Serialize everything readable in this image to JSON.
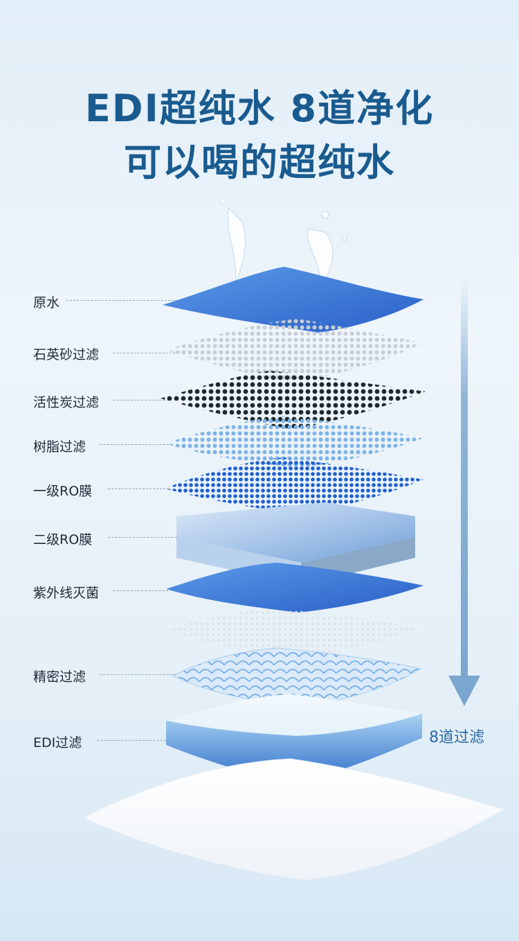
{
  "headline": {
    "line1": "EDI超纯水 8道净化",
    "line2": "可以喝的超纯水"
  },
  "layers": [
    {
      "label": "原水"
    },
    {
      "label": "石英砂过滤"
    },
    {
      "label": "活性炭过滤"
    },
    {
      "label": "树脂过滤"
    },
    {
      "label": "一级RO膜"
    },
    {
      "label": "二级RO膜"
    },
    {
      "label": "紫外线灭菌"
    },
    {
      "label": "精密过滤"
    },
    {
      "label": "EDI过滤"
    }
  ],
  "flow": {
    "label": "8道过滤"
  },
  "colors": {
    "title": "#1a5b8f",
    "water_blue": "#2f6fd6",
    "arrow": "#7aa6d0"
  }
}
